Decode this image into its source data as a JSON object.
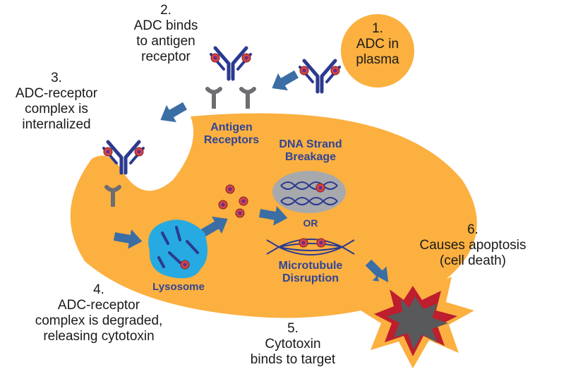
{
  "steps": {
    "s1": {
      "num": "1.",
      "line1": "ADC in",
      "line2": "plasma"
    },
    "s2": {
      "num": "2.",
      "line1": "ADC binds",
      "line2": "to antigen",
      "line3": "receptor"
    },
    "s3": {
      "num": "3.",
      "line1": "ADC-receptor",
      "line2": "complex is",
      "line3": "internalized"
    },
    "s4": {
      "num": "4.",
      "line1": "ADC-receptor",
      "line2": "complex is degraded,",
      "line3": "releasing cytotoxin"
    },
    "s5": {
      "num": "5.",
      "line1": "Cytotoxin",
      "line2": "binds to target"
    },
    "s6": {
      "num": "6.",
      "line1": "Causes apoptosis",
      "line2": "(cell death)"
    }
  },
  "labels": {
    "antigen1": "Antigen",
    "antigen2": "Receptors",
    "dna1": "DNA Strand",
    "dna2": "Breakage",
    "or": "OR",
    "micro1": "Microtubule",
    "micro2": "Disruption",
    "lysosome": "Lysosome"
  },
  "colors": {
    "cell": "#fbb040",
    "antibody": "#2b3a8f",
    "receptor": "#6d6e71",
    "arrow": "#3a6ea5",
    "lysosome": "#27aae1",
    "payload_red": "#be1e2d",
    "payload_purple": "#662d91"
  }
}
